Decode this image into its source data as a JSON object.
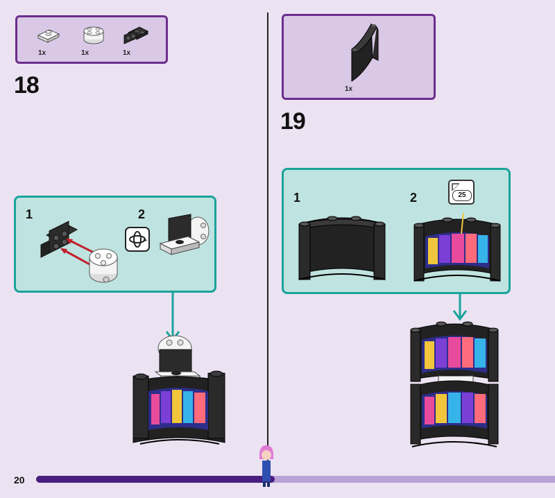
{
  "page": {
    "number": "20",
    "progress_fraction": 0.46
  },
  "step18": {
    "number": "18",
    "parts": [
      {
        "name": "white-jumper-plate",
        "qty": "1x"
      },
      {
        "name": "white-round-brick",
        "qty": "1x"
      },
      {
        "name": "black-bracket-plate",
        "qty": "1x"
      }
    ],
    "substeps": [
      "1",
      "2"
    ],
    "rotate_icon": "rotate-icon"
  },
  "step19": {
    "number": "19",
    "parts": [
      {
        "name": "black-curved-panel",
        "qty": "1x"
      }
    ],
    "substeps": [
      "1",
      "2"
    ],
    "sticker_number": "25"
  },
  "colors": {
    "page_bg": "#ebe3f2",
    "parts_bg": "#d9c8e6",
    "parts_border": "#6b2d8c",
    "substep_bg": "#bfe3e0",
    "substep_border": "#1aa39a",
    "arrow": "#1aa39a",
    "progress_fill": "#4a1e80"
  }
}
